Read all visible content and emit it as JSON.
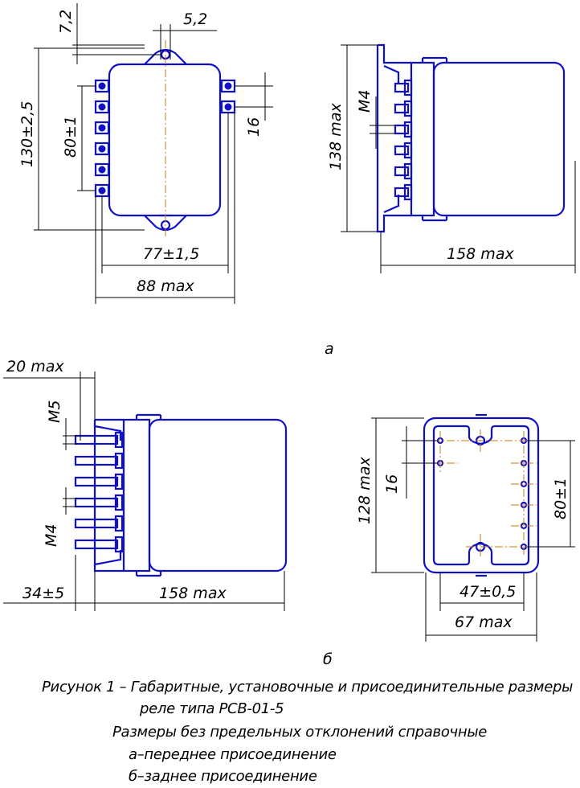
{
  "views": {
    "a": {
      "dims": {
        "d_7_2": "7,2",
        "d_5_2": "5,2",
        "d_130": "130±2,5",
        "d_80": "80±1",
        "d_16": "16",
        "d_77": "77±1,5",
        "d_88": "88 max",
        "d_138": "138 max",
        "d_m4": "М4",
        "d_158": "158 max"
      },
      "label": "а"
    },
    "b": {
      "dims": {
        "d_20": "20 max",
        "d_m5": "М5",
        "d_m4": "М4",
        "d_34": "34±5",
        "d_158": "158 max",
        "d_128": "128 max",
        "d_16": "16",
        "d_80": "80±1",
        "d_47": "47±0,5",
        "d_67": "67 max"
      },
      "label": "б"
    }
  },
  "caption": {
    "line1": "Рисунок 1 – Габаритные, установочные и присоединительные размеры",
    "line2": "реле типа РСВ-01-5",
    "line3": "Размеры без предельных отклонений  справочные",
    "line4": "а–переднее присоединение",
    "line5": "б–заднее присоединение"
  }
}
